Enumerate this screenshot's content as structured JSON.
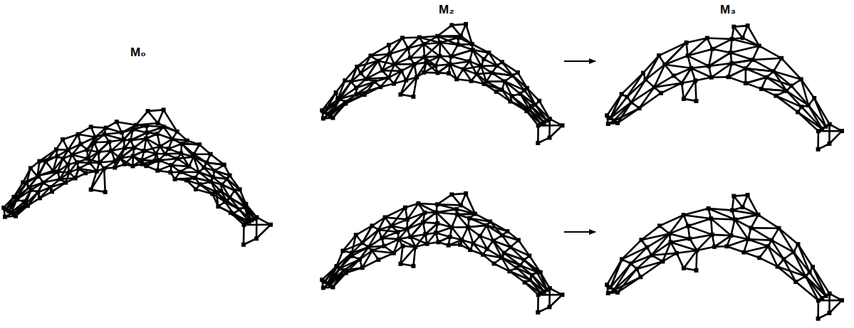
{
  "diagram": {
    "labels": [
      "M₀",
      "M₂",
      "M₃"
    ]
  }
}
